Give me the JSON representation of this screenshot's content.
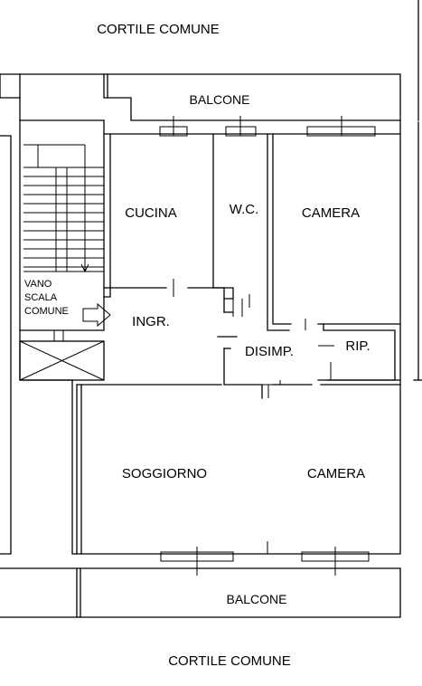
{
  "labels": {
    "courtyard_top": "CORTILE COMUNE",
    "courtyard_bottom": "CORTILE COMUNE",
    "balcony_top": "BALCONE",
    "balcony_bottom": "BALCONE",
    "kitchen": "CUCINA",
    "wc": "W.C.",
    "bedroom_top": "CAMERA",
    "bedroom_bottom": "CAMERA",
    "stair_line1": "VANO",
    "stair_line2": "SCALA",
    "stair_line3": "COMUNE",
    "entrance": "INGR.",
    "hallway": "DISIMP.",
    "storage": "RIP.",
    "living_room": "SOGGIORNO"
  },
  "colors": {
    "ink": "#000000",
    "paper": "#ffffff"
  }
}
